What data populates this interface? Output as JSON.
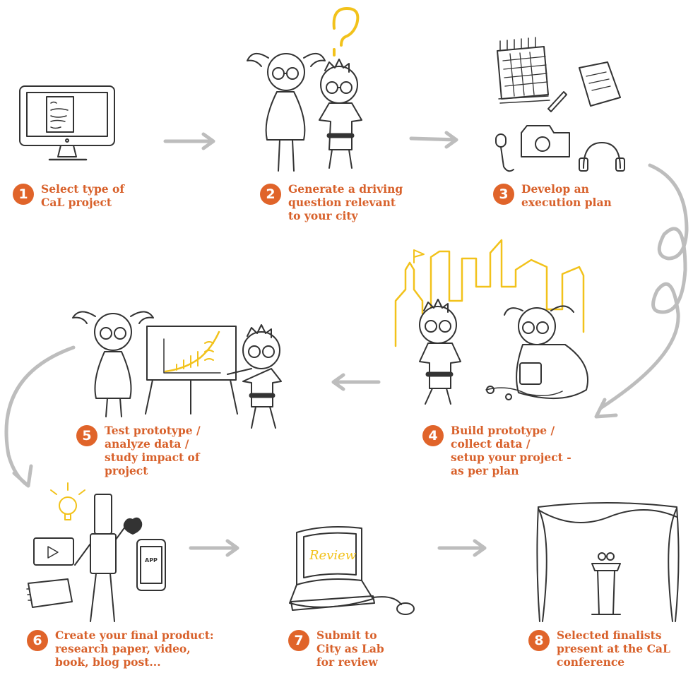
{
  "steps": [
    {
      "number": "1",
      "label": "Select type of\nCaL project"
    },
    {
      "number": "2",
      "label": "Generate a driving\nquestion relevant\nto your city"
    },
    {
      "number": "3",
      "label": "Develop an\nexecution plan"
    },
    {
      "number": "4",
      "label": "Build prototype /\ncollect data /\nsetup your project -\nas per plan"
    },
    {
      "number": "5",
      "label": "Test prototype /\nanalyze data /\nstudy impact of\nproject"
    },
    {
      "number": "6",
      "label": "Create your final product:\nresearch paper, video,\nbook, blog post..."
    },
    {
      "number": "7",
      "label": "Submit to\nCity as Lab\nfor review"
    },
    {
      "number": "8",
      "label": "Selected finalists\npresent at the CaL\nconference"
    }
  ],
  "illustrations": {
    "review_screen_text": "Review",
    "phone_app_text": "APP"
  },
  "colors": {
    "accent_orange": "#e0642a",
    "label_orange": "#d8612b",
    "highlight_yellow": "#f2c21b",
    "arrow_gray": "#bdbdbd",
    "line_dark": "#333333"
  }
}
